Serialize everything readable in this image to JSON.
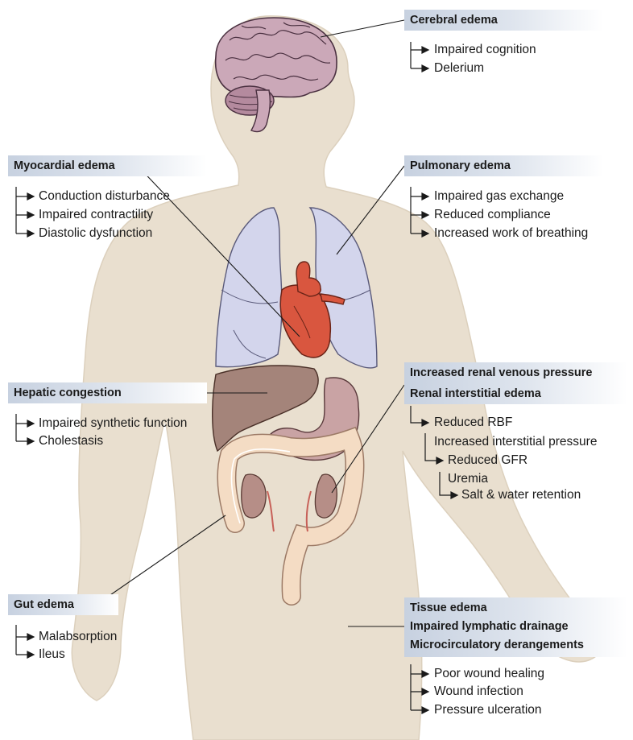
{
  "callouts": {
    "cerebral": {
      "title": "Cerebral edema",
      "items": [
        "Impaired cognition",
        "Delerium"
      ]
    },
    "myocardial": {
      "title": "Myocardial edema",
      "items": [
        "Conduction disturbance",
        "Impaired contractility",
        "Diastolic dysfunction"
      ]
    },
    "pulmonary": {
      "title": "Pulmonary edema",
      "items": [
        "Impaired gas exchange",
        "Reduced compliance",
        "Increased work of breathing"
      ]
    },
    "hepatic": {
      "title": "Hepatic congestion",
      "items": [
        "Impaired synthetic function",
        "Cholestasis"
      ]
    },
    "renal": {
      "title_1": "Increased renal venous pressure",
      "title_2": "Renal interstitial edema",
      "items": [
        "Reduced RBF",
        "Increased interstitial pressure",
        "Reduced GFR",
        "Uremia",
        "Salt & water retention"
      ]
    },
    "gut": {
      "title": "Gut edema",
      "items": [
        "Malabsorption",
        "Ileus"
      ]
    },
    "tissue": {
      "title_1": "Tissue edema",
      "title_2": "Impaired lymphatic drainage",
      "title_3": "Microcirculatory derangements",
      "items": [
        "Poor wound healing",
        "Wound infection",
        "Pressure ulceration"
      ]
    }
  },
  "colors": {
    "body": "#e9dfcf",
    "body_outline": "#d8ccb8",
    "lung": "#d3d5ec",
    "heart": "#d9563f",
    "liver": "#a4847a",
    "stomach": "#c9a3a4",
    "colon": "#f4dcc4",
    "brain": "#cba8b8",
    "header_bg": "#c7d1e0"
  }
}
